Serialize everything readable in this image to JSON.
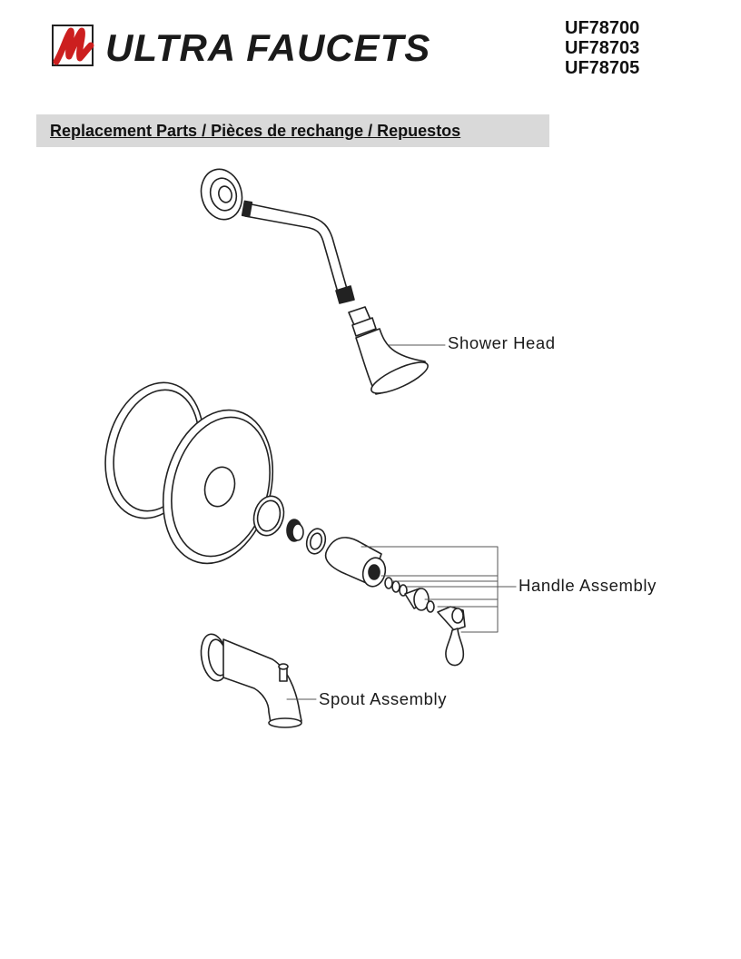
{
  "brand": {
    "logo_mark": "u",
    "name": "ULTRA FAUCETS",
    "mark_color": "#cc1f1f"
  },
  "models": [
    "UF78700",
    "UF78703",
    "UF78705"
  ],
  "section": {
    "title": "Replacement Parts / Pièces de rechange / Repuestos"
  },
  "callouts": {
    "shower_head": "Shower Head",
    "handle_assembly": "Handle Assembly",
    "spout_assembly": "Spout Assembly"
  }
}
